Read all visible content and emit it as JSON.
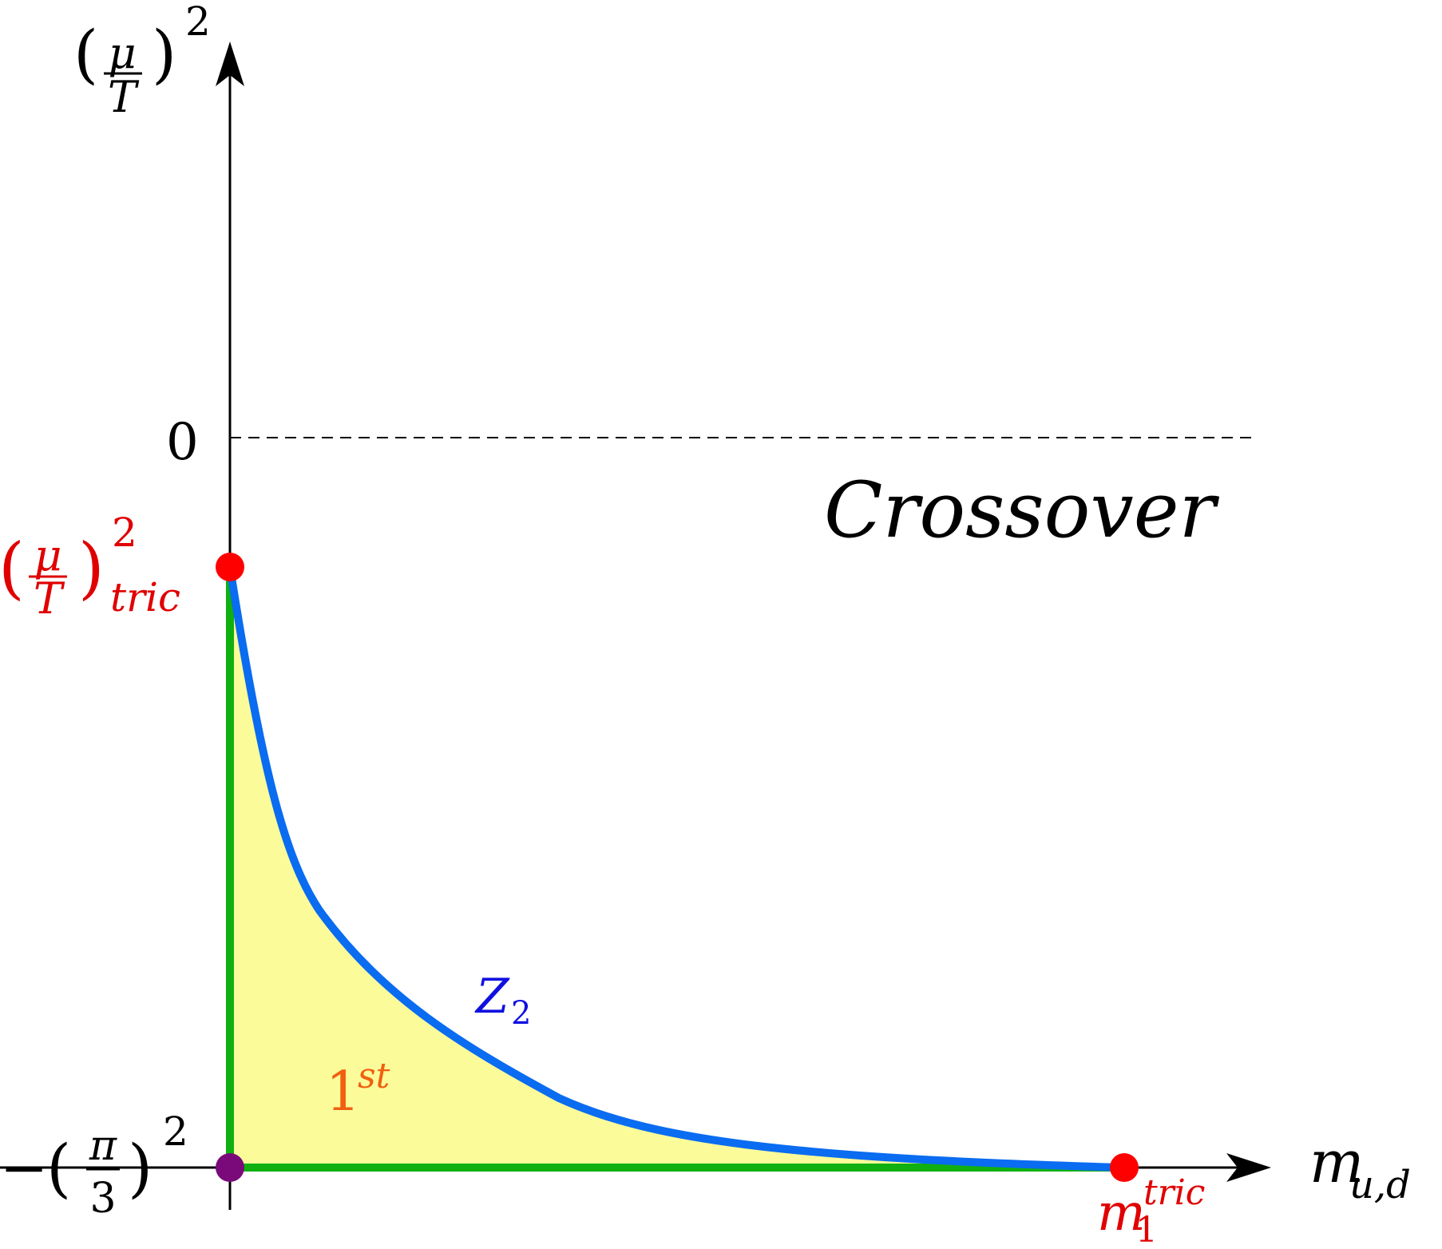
{
  "figure": {
    "y_axis_label": {
      "symbol": "μ",
      "denominator": "T",
      "exponent": "2"
    },
    "x_axis_label": {
      "base": "m",
      "subscript": "u,d"
    },
    "zero_tick_label": "0",
    "tricritical_mu_label": {
      "symbol": "μ",
      "denominator": "T",
      "exponent": "2",
      "subscript": "tric"
    },
    "pi_label": {
      "sign": "−",
      "numerator": "π",
      "denominator": "3",
      "exponent": "2"
    },
    "mass_label": {
      "base": "m",
      "subscript": "1",
      "superscript": "tric"
    },
    "region_crossover": "Crossover",
    "region_first_order": {
      "base": "1",
      "superscript": "st"
    },
    "z2_line_label": {
      "base": "Z",
      "subscript": "2"
    },
    "colors": {
      "axes": "#000000",
      "critical_line": "#0a6cf0",
      "first_order_boundary": "#10b010",
      "first_order_fill": "#fbfb9a",
      "tricritical_point": "#ff0000",
      "corner_point": "#7a0a7a",
      "label_red": "#e00000",
      "label_blue": "#1010e0",
      "label_orange": "#f06010"
    }
  }
}
